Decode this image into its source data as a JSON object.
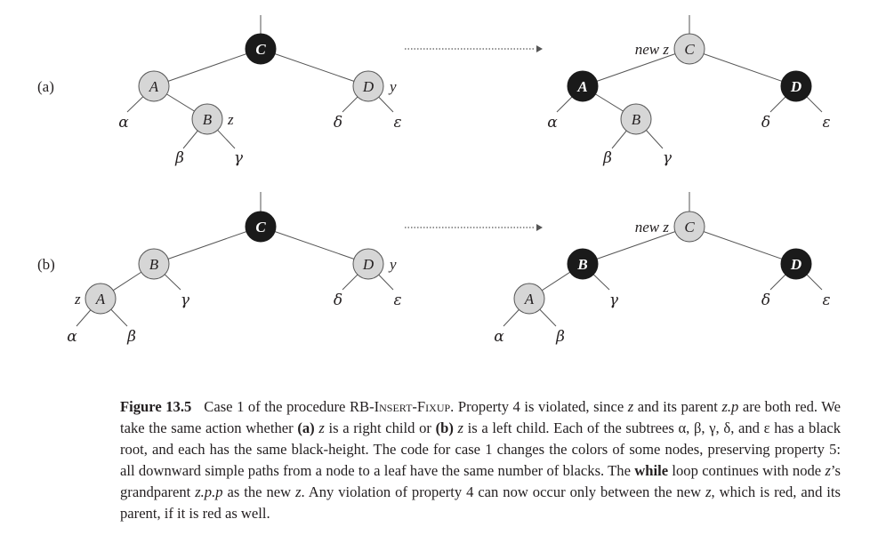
{
  "parts": [
    {
      "label": "(a)",
      "before": {
        "nodes": [
          {
            "id": "C",
            "text": "C",
            "color": "black"
          },
          {
            "id": "A",
            "text": "A",
            "color": "red"
          },
          {
            "id": "D",
            "text": "D",
            "color": "red"
          },
          {
            "id": "B",
            "text": "B",
            "color": "red"
          }
        ],
        "tags": [
          {
            "text": "z"
          },
          {
            "text": "y"
          }
        ],
        "subtrees": [
          "α",
          "β",
          "γ",
          "δ",
          "ε"
        ]
      },
      "after": {
        "nodes": [
          {
            "id": "C",
            "text": "C",
            "color": "red"
          },
          {
            "id": "A",
            "text": "A",
            "color": "black"
          },
          {
            "id": "D",
            "text": "D",
            "color": "black"
          },
          {
            "id": "B",
            "text": "B",
            "color": "red"
          }
        ],
        "tags": [
          {
            "text": "new z"
          }
        ],
        "subtrees": [
          "α",
          "β",
          "γ",
          "δ",
          "ε"
        ]
      }
    },
    {
      "label": "(b)",
      "before": {
        "nodes": [
          {
            "id": "C",
            "text": "C",
            "color": "black"
          },
          {
            "id": "B",
            "text": "B",
            "color": "red"
          },
          {
            "id": "D",
            "text": "D",
            "color": "red"
          },
          {
            "id": "A",
            "text": "A",
            "color": "red"
          }
        ],
        "tags": [
          {
            "text": "z"
          },
          {
            "text": "y"
          }
        ],
        "subtrees": [
          "α",
          "β",
          "γ",
          "δ",
          "ε"
        ]
      },
      "after": {
        "nodes": [
          {
            "id": "C",
            "text": "C",
            "color": "red"
          },
          {
            "id": "B",
            "text": "B",
            "color": "black"
          },
          {
            "id": "D",
            "text": "D",
            "color": "black"
          },
          {
            "id": "A",
            "text": "A",
            "color": "red"
          }
        ],
        "tags": [
          {
            "text": "new z"
          }
        ],
        "subtrees": [
          "α",
          "β",
          "γ",
          "δ",
          "ε"
        ]
      }
    }
  ],
  "colors": {
    "red_node": "#d6d6d6",
    "black_node": "#1a1a1a",
    "edge": "#555555",
    "text": "#231f20"
  },
  "caption": {
    "figure_number": "Figure 13.5",
    "s1": "Case 1 of the procedure ",
    "proc_name": "RB-Insert-Fixup",
    "s2": ". Property 4 is violated, since ",
    "z1": "z",
    "s3": " and its parent ",
    "zp": "z.p",
    "s4": " are both red. We take the same action whether ",
    "a_label": "(a)",
    "s5": " ",
    "z2": "z",
    "s6": " is a right child or ",
    "b_label": "(b)",
    "s7": " ",
    "z3": "z",
    "s8": " is a left child. Each of the subtrees α, β, γ, δ, and ε has a black root, and each has the same black-height. The code for case 1 changes the colors of some nodes, preserving property 5: all downward simple paths from a node to a leaf have the same number of blacks. The ",
    "while_kw": "while",
    "s9": " loop continues with node ",
    "z4": "z",
    "s10": "’s grandparent ",
    "zpp": "z.p.p",
    "s11": " as the new ",
    "z5": "z",
    "s12": ". Any violation of property 4 can now occur only between the new ",
    "z6": "z",
    "s13": ", which is red, and its parent, if it is red as well."
  }
}
